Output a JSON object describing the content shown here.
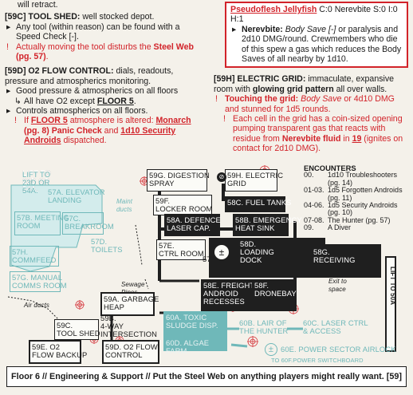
{
  "left": {
    "top_line": "will retract.",
    "tool_shed": {
      "title": "[59C] TOOL SHED:",
      "desc": " well stocked depot.",
      "b1": "Any tool (within reason) can be found with a Speed Check [-].",
      "warn_a": "Actually moving the tool disturbs the ",
      "warn_b": "Steel Web (pg. 57)",
      "warn_c": "."
    },
    "o2": {
      "title": "[59D] O2 FLOW CONTROL:",
      "desc": " dials, readouts, pressure and atmospherics monitoring.",
      "b1": "Good pressure & atmospherics on all floors",
      "b1_sub_a": "All have O2 except ",
      "b1_sub_b": "FLOOR 5",
      "b1_sub_c": ".",
      "b2": "Controls atmospherics on all floors.",
      "b2_sub_a": "If ",
      "b2_sub_b": "FLOOR 5",
      "b2_sub_c": " atmosphere is altered: ",
      "b2_sub_d": "Monarch",
      "b2_sub_e": " (pg. 8) Panic Check",
      "b2_sub_f": " and ",
      "b2_sub_g": "1d10 Security Androids",
      "b2_sub_h": " dispatched."
    }
  },
  "right": {
    "jelly": {
      "name": "Pseudoflesh Jellyfish",
      "stats": " C:0 Nerevbite S:0 I:0 H:1",
      "sub": "Nerevbite:",
      "sub_i": " Body Save [-]",
      "sub_rest": " or paralysis and 2d10 DMG/round. Crewmembers who die of this spew a gas which reduces the Body Saves of all nearby by 1d10."
    },
    "grid": {
      "title": "[59H] ELECTRIC GRID:",
      "desc_a": " immaculate, expansive room with ",
      "desc_b": "glowing grid pattern",
      "desc_c": " all over walls.",
      "w1_a": "Touching the grid:",
      "w1_b": " Body Save",
      "w1_c": " or 4d10 DMG and stunned for 1d5 rounds.",
      "w2_a": "Each cell in the grid has a coin-sized opening pumping transparent gas that reacts with residue from ",
      "w2_b": "Nerevbite fluid",
      "w2_c": " in ",
      "w2_d": "19",
      "w2_e": " (ignites on contact for 2d10 DMG)."
    }
  },
  "map": {
    "lift_to": "LIFT TO\n23D OR\n54A.",
    "r57a": "57A. ELEVATOR\nLANDING",
    "r57b": "57B. MEETING\nROOM",
    "r57c": "57C.\nBREAKROOM",
    "r57d": "57D.\nTOILETS",
    "r57e": "57E.\nCTRL ROOM",
    "r57f": "57F",
    "r57h": "57H.\nCOMMFEED",
    "r57g": "57G. MANUAL\nCOMMS ROOM",
    "r59g": "59G. DIGESTION\nSPRAY",
    "r59h": "59H. ELECTRIC\nGRID",
    "r59f": "59F.\nLOCKER ROOM",
    "r58c": "58C. FUEL TANKS",
    "r58a": "58A. DEFENCE\nLASER CAP.",
    "r58b": "58B. EMERGENCY\nHEAT SINK",
    "r58d": "58D.\nLOADING\nDOCK",
    "r58g": "58G.\nRECEIVING",
    "r58e": "58E. FREIGHT\nANDROID\nRECESSES",
    "r58f": "58F.\nDRONEBAY",
    "r59a": "59A. GARBAGE\nHEAP",
    "r59b": "59B.\n4-WAY\nINTERSECTION",
    "r59c": "59C.\nTOOL SHED",
    "r59e": "59E. O2\nFLOW BACKUP",
    "r59d": "59D. O2 FLOW\nCONTROL",
    "r60a": "60A. TOXIC\nSLUDGE DISP.",
    "r60b": "60B. LAIR OF\nTHE HUNTER",
    "r60c": "60C. LASER CTRL\n& ACCESS",
    "r60d": "60D. ALGAE\nFARM",
    "r60e": "60E. POWER SECTOR AIRLOCK",
    "to60f": "TO 60F.POWER SWITCHBOARD",
    "maint": "Maint\nducts",
    "sewage": "Sewage\nPipes",
    "air": "Air ducts",
    "exit": "Exit to\nspace",
    "lift50": "LIFT TO 50A",
    "pm": "±",
    "encounters": {
      "title": "ENCOUNTERS",
      "rows": [
        {
          "c": "00.",
          "t": "1d10 Troubleshooters (pg. 14)"
        },
        {
          "c": "01-03.",
          "t": "1d5 Forgotten Androids (pg. 11)"
        },
        {
          "c": "04-06.",
          "t": "1d5 Security Androids (pg. 10)"
        },
        {
          "c": "07-08.",
          "t": "The Hunter (pg. 57)"
        },
        {
          "c": "09.",
          "t": "A Diver"
        }
      ]
    }
  },
  "footer": "Floor 6 // Engineering & Support // Put the Steel Web on anything players might really want.    [59]",
  "colors": {
    "red": "#d2232a",
    "dark": "#1f1f1f",
    "teal": "#6fb8b9",
    "paper": "#f4f1ea"
  }
}
